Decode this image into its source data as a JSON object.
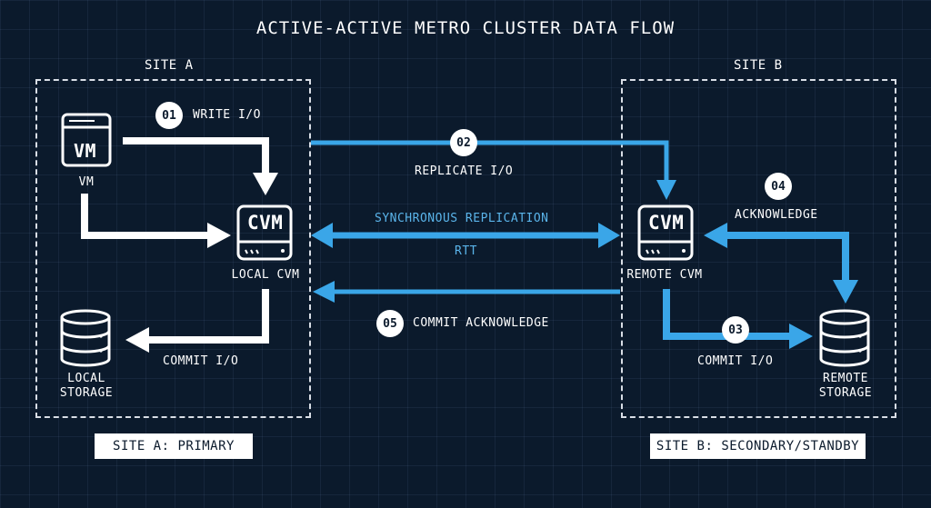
{
  "title": "ACTIVE-ACTIVE METRO CLUSTER DATA FLOW",
  "site_a": {
    "label": "SITE A",
    "footer": "SITE A: PRIMARY",
    "vm_icon_text": "VM",
    "vm_label": "VM",
    "cvm_icon_text": "CVM",
    "cvm_label": "LOCAL CVM",
    "storage_label_1": "LOCAL",
    "storage_label_2": "STORAGE"
  },
  "site_b": {
    "label": "SITE B",
    "footer": "SITE B: SECONDARY/STANDBY",
    "cvm_icon_text": "CVM",
    "cvm_label": "REMOTE CVM",
    "storage_label_1": "REMOTE",
    "storage_label_2": "STORAGE"
  },
  "steps": {
    "s01": {
      "num": "01",
      "label": "WRITE I/O"
    },
    "s02": {
      "num": "02",
      "label": "REPLICATE I/O"
    },
    "s03": {
      "num": "03",
      "label": "COMMIT I/O"
    },
    "s04": {
      "num": "04",
      "label": "ACKNOWLEDGE"
    },
    "s05": {
      "num": "05",
      "label": "COMMIT ACKNOWLEDGE"
    }
  },
  "local_commit_label": "COMMIT I/O",
  "sync_label": "SYNCHRONOUS REPLICATION",
  "rtt_label": "RTT",
  "colors": {
    "background": "#0b1a2c",
    "white_flow": "#ffffff",
    "replication_blue": "#3aa6e8"
  },
  "icons": [
    "vm-window-icon",
    "cvm-server-icon",
    "database-icon",
    "arrow-icon"
  ]
}
